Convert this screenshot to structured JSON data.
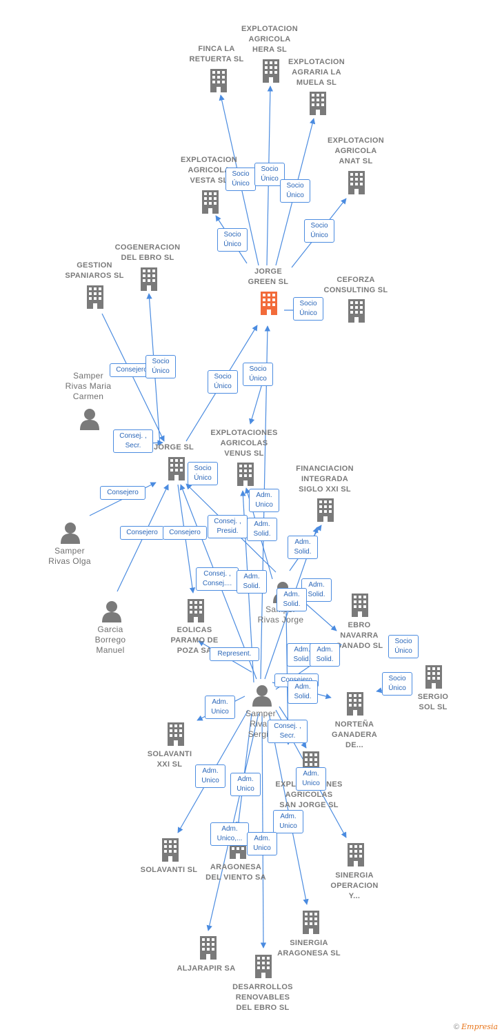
{
  "colors": {
    "edge": "#4a8be0",
    "building": "#7a7a7a",
    "highlight": "#f26b3a",
    "person": "#7a7a7a"
  },
  "companies": {
    "explotacion_hera": "EXPLOTACION\nAGRICOLA\nHERA  SL",
    "finca_retuerta": "FINCA LA\nRETUERTA  SL",
    "explotacion_muela": "EXPLOTACION\nAGRARIA LA\nMUELA  SL",
    "explotacion_anat": "EXPLOTACION\nAGRICOLA\nANAT  SL",
    "explotacion_vesta": "EXPLOTACION\nAGRICOLA\nVESTA  SL",
    "jorge_green": "JORGE\nGREEN  SL",
    "ceforza": "CEFORZA\nCONSULTING SL",
    "cogeneracion": "COGENERACION\nDEL EBRO  SL",
    "gestion_spaniaros": "GESTION\nSPANIAROS SL",
    "jorge_sl": "JORGE SL",
    "explotaciones_venus": "EXPLOTACIONES\nAGRICOLAS\nVENUS  SL",
    "financiacion": "FINANCIACION\nINTEGRADA\nSIGLO XXI  SL",
    "ebro_navarra": "EBRO\nNAVARRA\nGANADO SL",
    "eolicas": "EOLICAS\nPARAMO DE\nPOZA SA",
    "sergio_sol": "SERGIO\nSOL SL",
    "nortena": "NORTEÑA\nGANADERA\nDE...",
    "solavanti_xxi": "SOLAVANTI\nXXI SL",
    "explotaciones_san_jorge": "EXPLOTACIONES\nAGRICOLAS\nSAN JORGE SL",
    "solavanti": "SOLAVANTI SL",
    "aragonesa_viento": "ARAGONESA\nDEL VIENTO SA",
    "sinergia_operacion": "SINERGIA\nOPERACION\nY...",
    "sinergia_aragonesa": "SINERGIA\nARAGONESA SL",
    "aljarapir": "ALJARAPIR SA",
    "desarrollos": "DESARROLLOS\nRENOVABLES\nDEL EBRO SL"
  },
  "persons": {
    "samper_maria": "Samper\nRivas Maria\nCarmen",
    "samper_olga": "Samper\nRivas Olga",
    "garcia_borrego": "Garcia\nBorrego\nManuel",
    "samper_jorge": "Samper\nRivas Jorge",
    "samper_sergio": "Samper\nRivas\nSergio"
  },
  "edge_labels": {
    "e1": "Socio\nÚnico",
    "e2": "Socio\nÚnico",
    "e3": "Socio\nÚnico",
    "e4": "Socio\nÚnico",
    "e5": "Socio\nÚnico",
    "e6": "Socio\nÚnico",
    "e7": "Consejero",
    "e8": "Socio\nÚnico",
    "e9": "Socio\nÚnico",
    "e10": "Socio\nÚnico",
    "e11": "Consej. ,\nSecr.",
    "e12": "Socio\nÚnico",
    "e13": "Consejero",
    "e14": "Adm.\nUnico",
    "e15": "Consej. ,\nPresid.",
    "e16": "Adm.\nSolid.",
    "e17": "Consejero",
    "e18": "Consejero",
    "e19": "Adm.\nSolid.",
    "e20": "Consej. ,\nConsej....",
    "e21": "Adm.\nSolid.",
    "e22": "Adm.\nSolid.",
    "e23": "Adm.\nSolid.",
    "e24": "Represent.",
    "e25": "Socio\nÚnico",
    "e26": "Adm.\nSolid.",
    "e27": "Adm.\nSolid.",
    "e28": "Socio\nÚnico",
    "e29": "Consejero",
    "e30": "Adm.\nSolid.",
    "e31": "Adm.\nUnico",
    "e32": "Consej. ,\nSecr.",
    "e33": "Adm.\nUnico",
    "e34": "Adm.\nUnico",
    "e35": "Adm.\nUnico",
    "e36": "Adm.\nUnico",
    "e37": "Adm.\nUnico,...",
    "e38": "Adm.\nUnico"
  },
  "credit": {
    "copyright": "©",
    "brand": "Empresia"
  }
}
